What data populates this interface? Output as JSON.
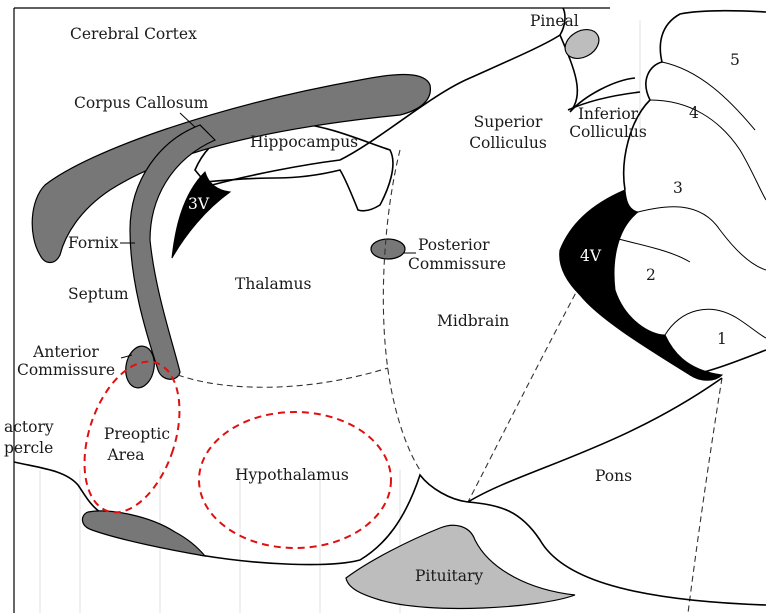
{
  "labels": {
    "cerebral_cortex": "Cerebral Cortex",
    "corpus_callosum": "Corpus Callosum",
    "hippocampus": "Hippocampus",
    "pineal": "Pineal",
    "superior_colliculus_1": "Superior",
    "superior_colliculus_2": "Colliculus",
    "inferior_colliculus_1": "Inferior",
    "inferior_colliculus_2": "Colliculus",
    "third_ventricle": "3V",
    "fourth_ventricle": "4V",
    "fornix": "Fornix",
    "septum": "Septum",
    "thalamus": "Thalamus",
    "posterior_commissure_1": "Posterior",
    "posterior_commissure_2": "Commissure",
    "midbrain": "Midbrain",
    "anterior_commissure_1": "Anterior",
    "anterior_commissure_2": "Commissure",
    "olfactory_tubercle_1": "actory",
    "olfactory_tubercle_2": "percle",
    "preoptic_area_1": "Preoptic",
    "preoptic_area_2": "Area",
    "hypothalamus": "Hypothalamus",
    "pons": "Pons",
    "pituitary": "Pituitary",
    "cerebellum_lobe_1": "1",
    "cerebellum_lobe_2": "2",
    "cerebellum_lobe_3": "3",
    "cerebellum_lobe_4": "4",
    "cerebellum_lobe_5": "5"
  },
  "colors": {
    "structure_fill": "#777777",
    "pituitary_fill": "#bdbdbd",
    "ventricle_fill": "#000000",
    "highlight_outline": "#e01010"
  }
}
